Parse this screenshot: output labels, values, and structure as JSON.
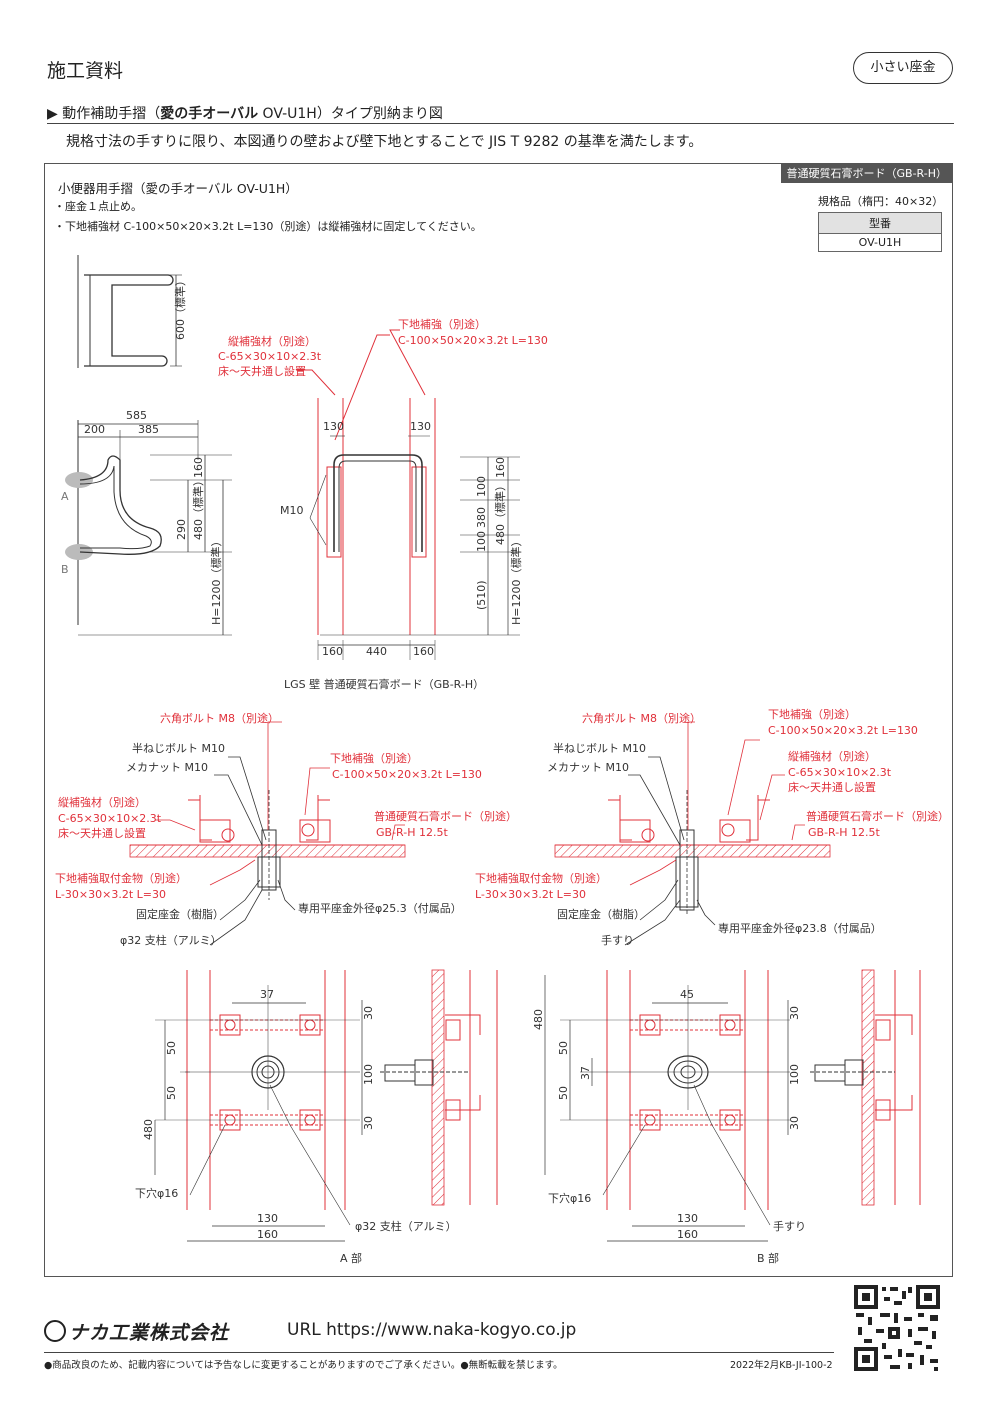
{
  "header": {
    "title": "施工資料",
    "badge": "小さい座金"
  },
  "section": {
    "marker": "▶",
    "heading_prefix": "動作補助手摺（",
    "heading_bold": "愛の手オーバル",
    "heading_suffix": " OV-U1H）タイプ別納まり図",
    "intro": "規格寸法の手すりに限り、本図通りの壁および壁下地とすることで JIS T 9282 の基準を満たします。"
  },
  "panel": {
    "board_label": "普通硬質石膏ボード（GB-R-H）",
    "title": "小便器用手摺（愛の手オーバル OV-U1H）",
    "notes": [
      "・座金１点止め。",
      "・下地補強材 C-100×50×20×3.2t L=130（別途）は縦補強材に固定してください。"
    ],
    "spec_caption": "規格品（楕円：40×32）",
    "spec_header": "型番",
    "spec_value": "OV-U1H"
  },
  "elevation": {
    "dim_600": "600（標準）",
    "dim_585": "585",
    "dim_200": "200",
    "dim_385": "385",
    "dim_160": "160",
    "dim_290": "290",
    "dim_480": "480（標準）",
    "dim_h": "H=1200（標準）",
    "label_a": "A",
    "label_b": "B"
  },
  "front": {
    "tate": "縦補強材（別途）",
    "tate_spec": "C-65×30×10×2.3t",
    "tate_note": "床〜天井通し設置",
    "shita": "下地補強（別途）",
    "shita_spec": "C-100×50×20×3.2t L=130",
    "d130a": "130",
    "d130b": "130",
    "m10": "M10",
    "d160": "160",
    "d100a": "100",
    "d380": "380",
    "d480": "480（標準）",
    "d100b": "100",
    "d510": "(510)",
    "dh": "H=1200（標準）",
    "w160a": "160",
    "w440": "440",
    "w160b": "160",
    "caption": "LGS 壁  普通硬質石膏ボード（GB-R-H）"
  },
  "sectionA": {
    "hex": "六角ボルト M8（別途）",
    "half": "半ねじボルト M10",
    "nut": "メカナット M10",
    "shita": "下地補強（別途）",
    "shita_spec": "C-100×50×20×3.2t  L=130",
    "tate": "縦補強材（別途）",
    "tate_spec": "C-65×30×10×2.3t",
    "tate_note": "床〜天井通し設置",
    "board": "普通硬質石膏ボード（別途）",
    "board_spec": "GB-R-H 12.5t",
    "fitting": "下地補強取付金物（別途）",
    "fitting_spec": "L-30×30×3.2t L=30",
    "washer": "専用平座金外径φ25.3（付属品）",
    "fixed": "固定座金（樹脂）",
    "post": "φ32 支柱（アルミ）"
  },
  "sectionB": {
    "hex": "六角ボルト M8（別途）",
    "half": "半ねじボルト M10",
    "nut": "メカナット M10",
    "shita": "下地補強（別途）",
    "shita_spec": "C-100×50×20×3.2t  L=130",
    "tate": "縦補強材（別途）",
    "tate_spec": "C-65×30×10×2.3t",
    "tate_note": "床〜天井通し設置",
    "board": "普通硬質石膏ボード（別途）",
    "board_spec": "GB-R-H 12.5t",
    "fitting": "下地補強取付金物（別途）",
    "fitting_spec": "L-30×30×3.2t L=30",
    "washer": "専用平座金外径φ23.8（付属品）",
    "fixed": "固定座金（樹脂）",
    "rail": "手すり"
  },
  "detailA": {
    "d37": "37",
    "d50a": "50",
    "d50b": "50",
    "d480": "480",
    "d30a": "30",
    "d100": "100",
    "d30b": "30",
    "hole": "下穴φ16",
    "w130": "130",
    "w160": "160",
    "post": "φ32 支柱（アルミ）",
    "caption": "A 部"
  },
  "detailB": {
    "d45": "45",
    "d50a": "50",
    "d37": "37",
    "d50b": "50",
    "d480": "480",
    "d30a": "30",
    "d100": "100",
    "d30b": "30",
    "hole": "下穴φ16",
    "w130": "130",
    "w160": "160",
    "rail": "手すり",
    "caption": "B 部"
  },
  "footer": {
    "company": "ナカ工業株式会社",
    "url": "URL   https://www.naka-kogyo.co.jp",
    "note": "●商品改良のため、記載内容については予告なしに変更することがありますのでご了承ください。●無断転載を禁じます。",
    "code": "2022年2月KB-JI-100-2"
  },
  "colors": {
    "red": "#e0303a",
    "dark": "#333333"
  }
}
